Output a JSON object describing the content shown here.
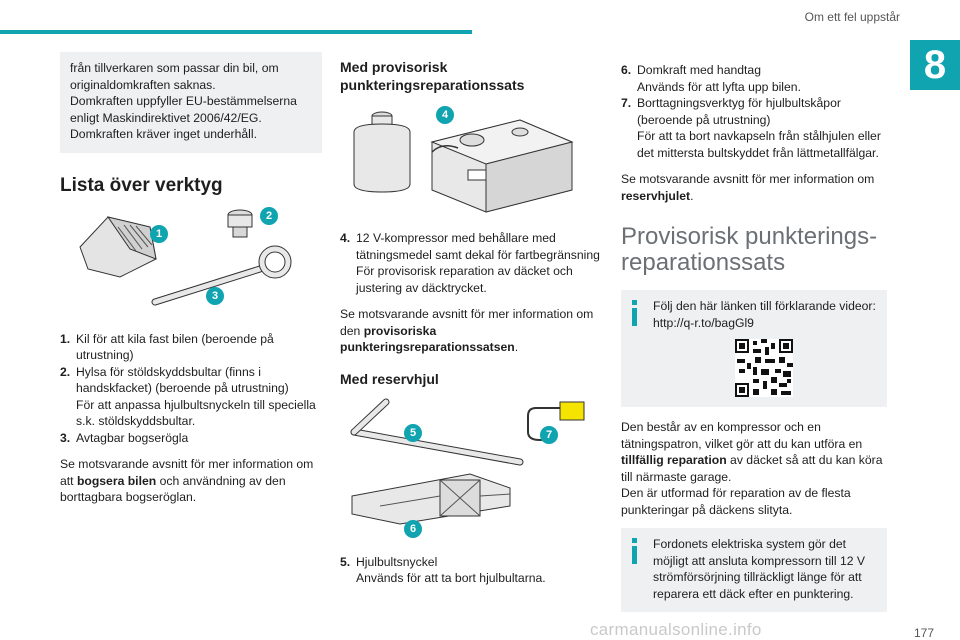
{
  "header": {
    "section_title": "Om ett fel uppstår",
    "chapter": "8",
    "page_number": "177"
  },
  "col1": {
    "intro_box": [
      "från tillverkaren som passar din bil, om originaldomkraften saknas.",
      "Domkraften uppfyller EU-bestämmelserna enligt Maskindirektivet 2006/42/EG.",
      "Domkraften kräver inget underhåll."
    ],
    "title": "Lista över verktyg",
    "badges": [
      "1",
      "2",
      "3"
    ],
    "items": [
      {
        "num": "1.",
        "text": "Kil för att kila fast bilen (beroende på utrustning)"
      },
      {
        "num": "2.",
        "text": "Hylsa för stöldskyddsbultar (finns i handskfacket) (beroende på utrustning)",
        "text2": "För att anpassa hjulbultsnyckeln till speciella s.k. stöldskyddsbultar."
      },
      {
        "num": "3.",
        "text": "Avtagbar bogserögla"
      }
    ],
    "footer_pre": "Se motsvarande avsnitt för mer information om att ",
    "footer_bold": "bogsera bilen",
    "footer_post": " och användning av den borttagbara bogseröglan."
  },
  "col2": {
    "heading1": "Med provisorisk punkteringsreparationssats",
    "badge4": "4",
    "item4": {
      "num": "4.",
      "text": "12 V-kompressor med behållare med tätningsmedel samt dekal för fartbegränsning",
      "text2": "För provisorisk reparation av däcket och justering av däcktrycket."
    },
    "ref_pre": "Se motsvarande avsnitt för mer information om den ",
    "ref_bold": "provisoriska punkteringsreparationssatsen",
    "ref_post": ".",
    "heading2": "Med reservhjul",
    "badges": [
      "5",
      "6",
      "7"
    ],
    "item5": {
      "num": "5.",
      "text": "Hjulbultsnyckel",
      "text2": "Används för att ta bort hjulbultarna."
    }
  },
  "col3": {
    "items": [
      {
        "num": "6.",
        "text": "Domkraft med handtag",
        "text2": "Används för att lyfta upp bilen."
      },
      {
        "num": "7.",
        "text": "Borttagningsverktyg för hjulbultskåpor (beroende på utrustning)",
        "text2": "För att ta bort navkapseln från stålhjulen eller det mittersta bultskyddet från lättmetallfälgar."
      }
    ],
    "ref_pre": "Se motsvarande avsnitt för mer information om ",
    "ref_bold": "reservhjulet",
    "ref_post": ".",
    "big_title": "Provisorisk punkterings-reparationssats",
    "info1": "Följ den här länken till förklarande videor: http://q-r.to/bagGl9",
    "desc_pre": "Den består av en kompressor och en tätningspatron, vilket gör att du kan utföra en ",
    "desc_bold": "tillfällig reparation",
    "desc_post": " av däcket så att du kan köra till närmaste garage.",
    "desc2": "Den är utformad för reparation av de flesta punkteringar på däckens slityta.",
    "info2": "Fordonets elektriska system gör det möjligt att ansluta kompressorn till 12 V strömförsörjning tillräckligt länge för att reparera ett däck efter en punktering."
  },
  "watermark": "carmanualsonline.info",
  "colors": {
    "accent": "#10a3b0",
    "box_bg": "#eef0f1"
  }
}
